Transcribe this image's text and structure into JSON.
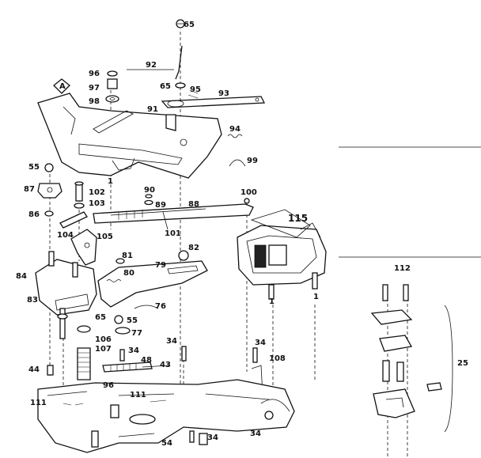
{
  "labels": {
    "l65a": "65",
    "l92": "92",
    "l96a": "96",
    "l97": "97",
    "l98": "98",
    "l65b": "65",
    "l95": "95",
    "l93": "93",
    "lA": "A",
    "l91": "91",
    "l94": "94",
    "l99": "99",
    "l55a": "55",
    "l87": "87",
    "l102": "102",
    "l103": "103",
    "l90": "90",
    "l89": "89",
    "l88": "88",
    "l100": "100",
    "l115": "115",
    "l86": "86",
    "l104": "104",
    "l105": "105",
    "l101": "101",
    "l81": "81",
    "l82": "82",
    "l79": "79",
    "l80": "80",
    "l84": "84",
    "l83": "83",
    "l76": "76",
    "l65c": "65",
    "l55b": "55",
    "l77": "77",
    "l106": "106",
    "l107": "107",
    "l34a": "34",
    "l34b": "34",
    "l34c": "34",
    "l48": "48",
    "l43": "43",
    "l108": "108",
    "l44": "44",
    "l96b": "96",
    "l111a": "111",
    "l111b": "111",
    "l54": "54",
    "l34d": "34",
    "l34e": "34",
    "l112": "112",
    "l25": "25",
    "l1a": "1",
    "l1b": "1",
    "l1c": "1"
  }
}
